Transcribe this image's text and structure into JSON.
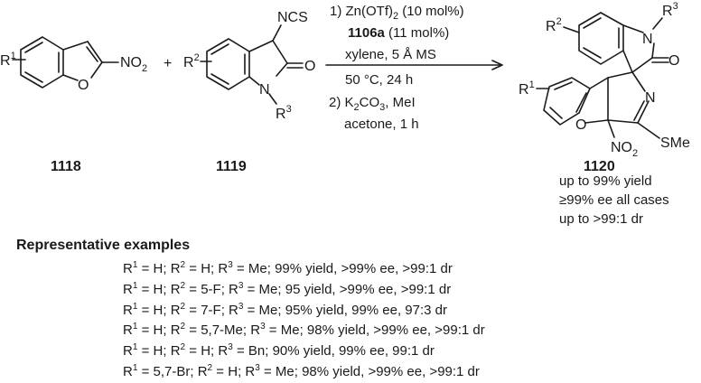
{
  "reactant1": {
    "substituent": "R",
    "substituent_index": "1",
    "ring_atom": "O",
    "group": "NO",
    "group_index": "2",
    "label": "1118"
  },
  "plus_sign": "+",
  "reactant2": {
    "substituent": "R",
    "substituent_index": "2",
    "group": "NCS",
    "carbonyl_atom": "O",
    "nitrogen": "N",
    "n_substituent": "R",
    "n_substituent_index": "3",
    "label": "1119"
  },
  "conditions": {
    "step1_prefix": "1) Zn(OTf)",
    "step1_sub": "2",
    "step1_suffix": " (10 mol%)",
    "catalyst_bold": "1106a",
    "catalyst_rest": " (11 mol%)",
    "solvent": "xylene, 5 Å MS",
    "temperature": "50 °C, 24 h",
    "step2_prefix": "2) K",
    "step2_sub": "2",
    "step2_mid": "CO",
    "step2_sub2": "3",
    "step2_suffix": ", MeI",
    "step2_solvent": "acetone, 1 h"
  },
  "product": {
    "label": "1120",
    "r2": "R",
    "r2_index": "2",
    "r3": "R",
    "r3_index": "3",
    "n_top": "N",
    "o_carbonyl": "O",
    "r1": "R",
    "r1_index": "1",
    "n_ring": "N",
    "o_ring": "O",
    "sme": "SMe",
    "no2": "NO",
    "no2_index": "2",
    "stats": [
      "up to 99% yield",
      "≥99% ee all cases",
      "up to >99:1 dr"
    ]
  },
  "section_title": "Representative examples",
  "examples": [
    {
      "r1": "H",
      "r2": "H",
      "r3": "Me",
      "result": "; 99% yield, >99% ee, >99:1 dr"
    },
    {
      "r1": "H",
      "r2": "5-F",
      "r3": "Me",
      "result": "; 95 yield, >99% ee, >99:1 dr"
    },
    {
      "r1": "H",
      "r2": "7-F",
      "r3": "Me",
      "result": "; 95% yield, 99% ee, 97:3 dr"
    },
    {
      "r1": "H",
      "r2": "5,7-Me",
      "r3": "Me",
      "result": "; 98% yield, >99% ee, >99:1 dr"
    },
    {
      "r1": "H",
      "r2": "H",
      "r3": "Bn",
      "result": "; 90% yield, 99% ee, 99:1 dr"
    },
    {
      "r1": "5,7-Br",
      "r2": "H",
      "r3": "Me",
      "result": "; 98% yield, >99% ee, >99:1 dr"
    }
  ]
}
